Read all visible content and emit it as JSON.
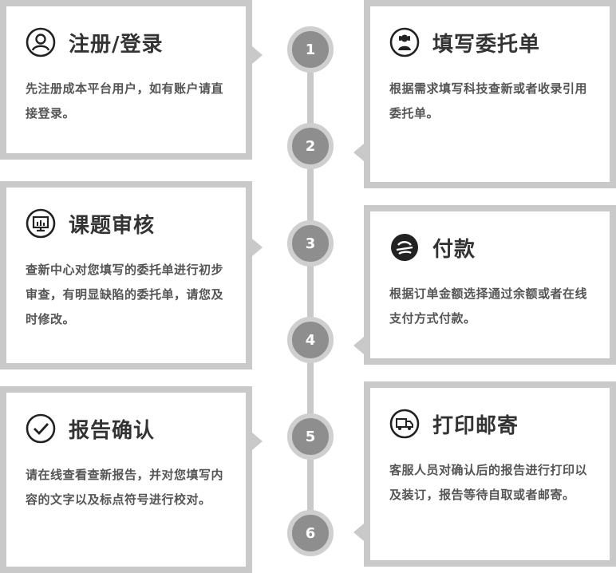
{
  "steps": [
    {
      "number": "1",
      "title": "注册/登录",
      "desc": "先注册成本平台用户，如有账户请直接登录。",
      "icon": "user-icon"
    },
    {
      "number": "2",
      "title": "填写委托单",
      "desc": "根据需求填写科技查新或者收录引用委托单。",
      "icon": "customer-service-icon"
    },
    {
      "number": "3",
      "title": "课题审核",
      "desc": "查新中心对您填写的委托单进行初步审查，有明显缺陷的委托单，请您及时修改。",
      "icon": "presentation-icon"
    },
    {
      "number": "4",
      "title": "付款",
      "desc": "根据订单金额选择通过余额或者在线支付方式付款。",
      "icon": "payment-icon"
    },
    {
      "number": "5",
      "title": "报告确认",
      "desc": "请在线查看查新报告，并对您填写内容的文字以及标点符号进行校对。",
      "icon": "check-icon"
    },
    {
      "number": "6",
      "title": "打印邮寄",
      "desc": "客服人员对确认后的报告进行打印以及装订，报告等待自取或者邮寄。",
      "icon": "truck-icon"
    }
  ],
  "colors": {
    "border": "#c9c9c9",
    "node": "#8e8e8e",
    "title": "#333333",
    "text": "#555555"
  }
}
